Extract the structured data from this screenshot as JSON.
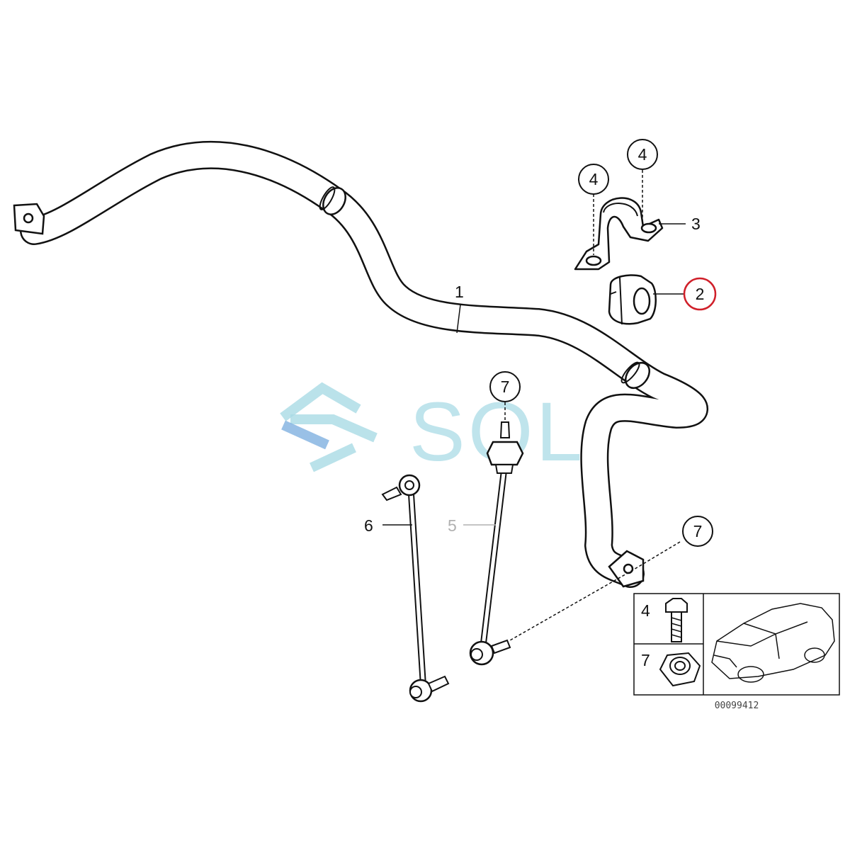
{
  "callouts": {
    "c1": "1",
    "c2": "2",
    "c3": "3",
    "c4a": "4",
    "c4b": "4",
    "c5": "5",
    "c6": "6",
    "c7a": "7",
    "c7b": "7"
  },
  "inset": {
    "row1_label": "4",
    "row2_label": "7",
    "reference": "00099412"
  },
  "watermark": {
    "text": "SOL"
  },
  "colors": {
    "line": "#111111",
    "highlight_circle": "#d0202a",
    "watermark": "#a9dbe5",
    "watermark_stripe": "#7fb0e0"
  }
}
